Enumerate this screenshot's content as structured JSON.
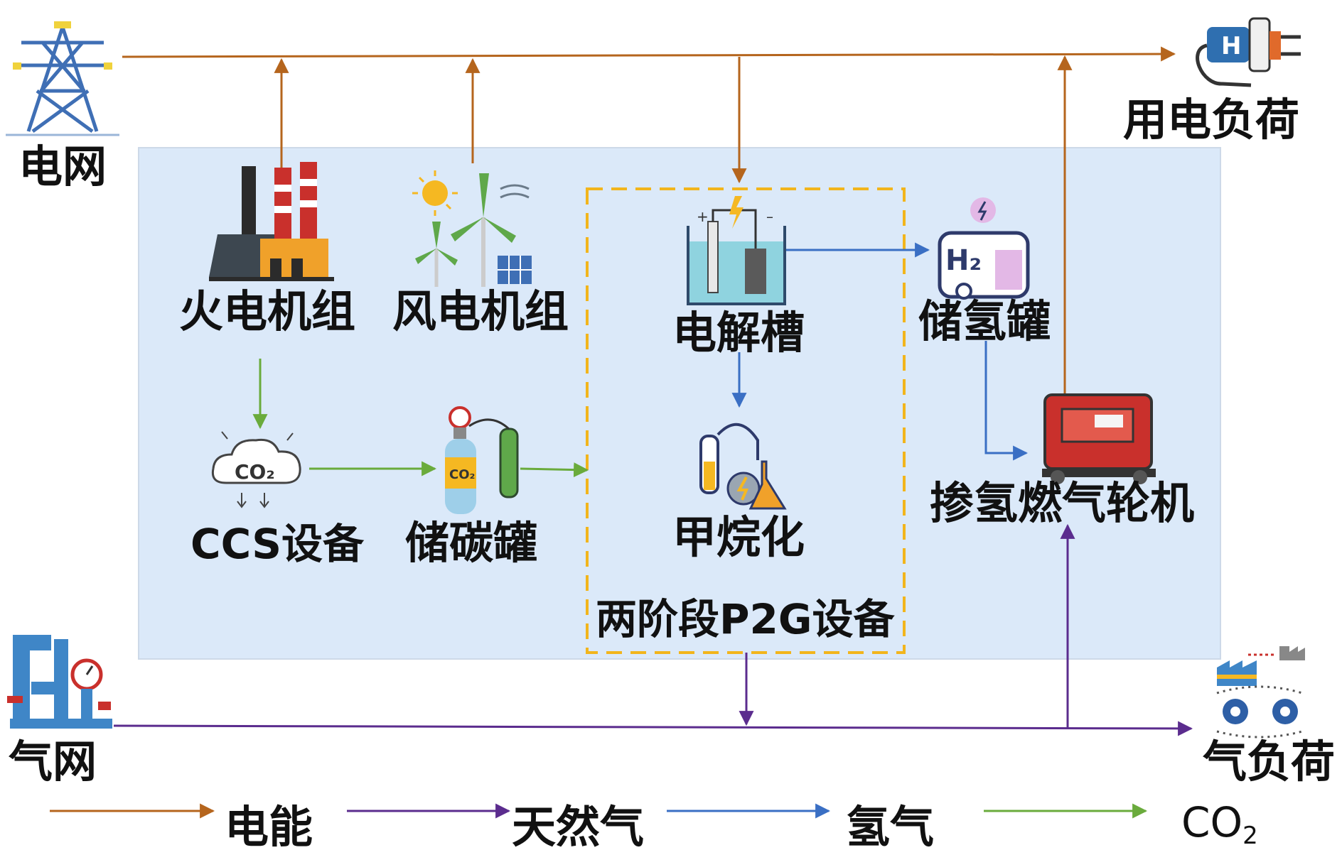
{
  "nodes": {
    "grid": "电网",
    "electric_load": "用电负荷",
    "thermal_unit": "火电机组",
    "wind_unit": "风电机组",
    "electrolyzer": "电解槽",
    "hydrogen_tank": "储氢罐",
    "ccs": "CCS设备",
    "carbon_tank": "储碳罐",
    "methanation": "甲烷化",
    "gas_turbine": "掺氢燃气轮机",
    "p2g_group": "两阶段P2G设备",
    "gas_grid": "气网",
    "gas_load": "气负荷"
  },
  "icons": {
    "grid": "transmission-tower-icon",
    "electric_load": "power-plug-icon",
    "thermal_unit": "thermal-power-plant-icon",
    "wind_unit": "wind-solar-icon",
    "electrolyzer": "electrolysis-cell-icon",
    "hydrogen_tank": "hydrogen-tank-icon",
    "ccs": "co2-cloud-icon",
    "carbon_tank": "co2-cylinder-icon",
    "methanation": "lab-flask-icon",
    "gas_turbine": "generator-icon",
    "gas_grid": "gas-pipeline-icon",
    "gas_load": "industrial-gas-load-icon"
  },
  "legend": {
    "electricity": "电能",
    "natural_gas": "天然气",
    "hydrogen": "氢气",
    "co2": "CO",
    "co2_sub": "2"
  },
  "colors": {
    "electricity": "#b5651d",
    "natural_gas": "#5b2c8e",
    "hydrogen": "#3a6fc4",
    "co2": "#6aab3c",
    "system_box": "#dbe9f9",
    "p2g_border": "#f2b51c"
  }
}
